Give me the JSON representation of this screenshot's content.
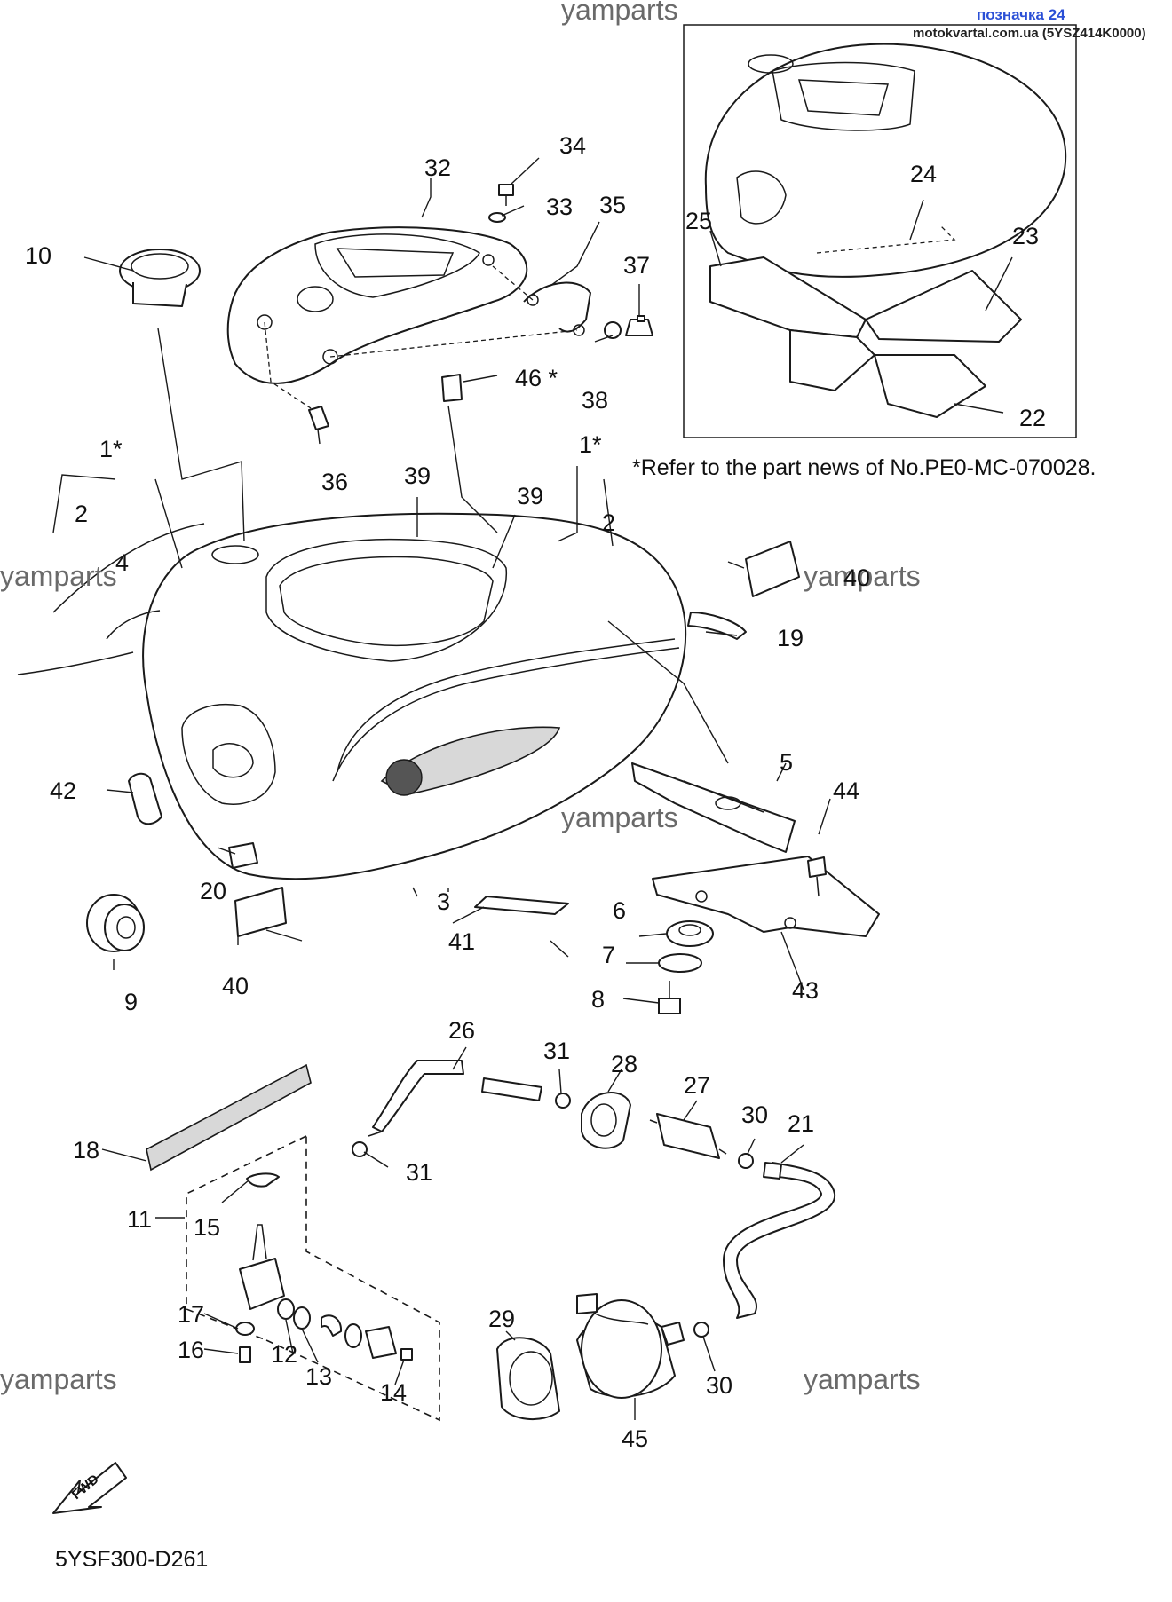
{
  "header": {
    "link_text": "позначка 24",
    "site_text": "motokvartal.com.ua (5YSZ414K0000)"
  },
  "watermark": "yamparts",
  "note": "*Refer to the part news of No.PE0-MC-070028.",
  "fwd_label": "FWD",
  "diagram_code": "5YSF300-D261",
  "part_numbers": {
    "p1a": "1*",
    "p1b": "1*",
    "p2a": "2",
    "p2b": "2",
    "p3": "3",
    "p4": "4",
    "p5": "5",
    "p6": "6",
    "p7": "7",
    "p8": "8",
    "p9": "9",
    "p10": "10",
    "p11": "11",
    "p12": "12",
    "p13": "13",
    "p14": "14",
    "p15": "15",
    "p16": "16",
    "p17": "17",
    "p18": "18",
    "p19": "19",
    "p20": "20",
    "p21": "21",
    "p22": "22",
    "p23": "23",
    "p24": "24",
    "p25": "25",
    "p26": "26",
    "p27": "27",
    "p28": "28",
    "p29": "29",
    "p30a": "30",
    "p30b": "30",
    "p31a": "31",
    "p31b": "31",
    "p32": "32",
    "p33": "33",
    "p34": "34",
    "p35": "35",
    "p36": "36",
    "p37": "37",
    "p38": "38",
    "p39a": "39",
    "p39b": "39",
    "p40a": "40",
    "p40b": "40",
    "p41": "41",
    "p42": "42",
    "p43": "43",
    "p44": "44",
    "p45": "45",
    "p46": "46 *"
  }
}
